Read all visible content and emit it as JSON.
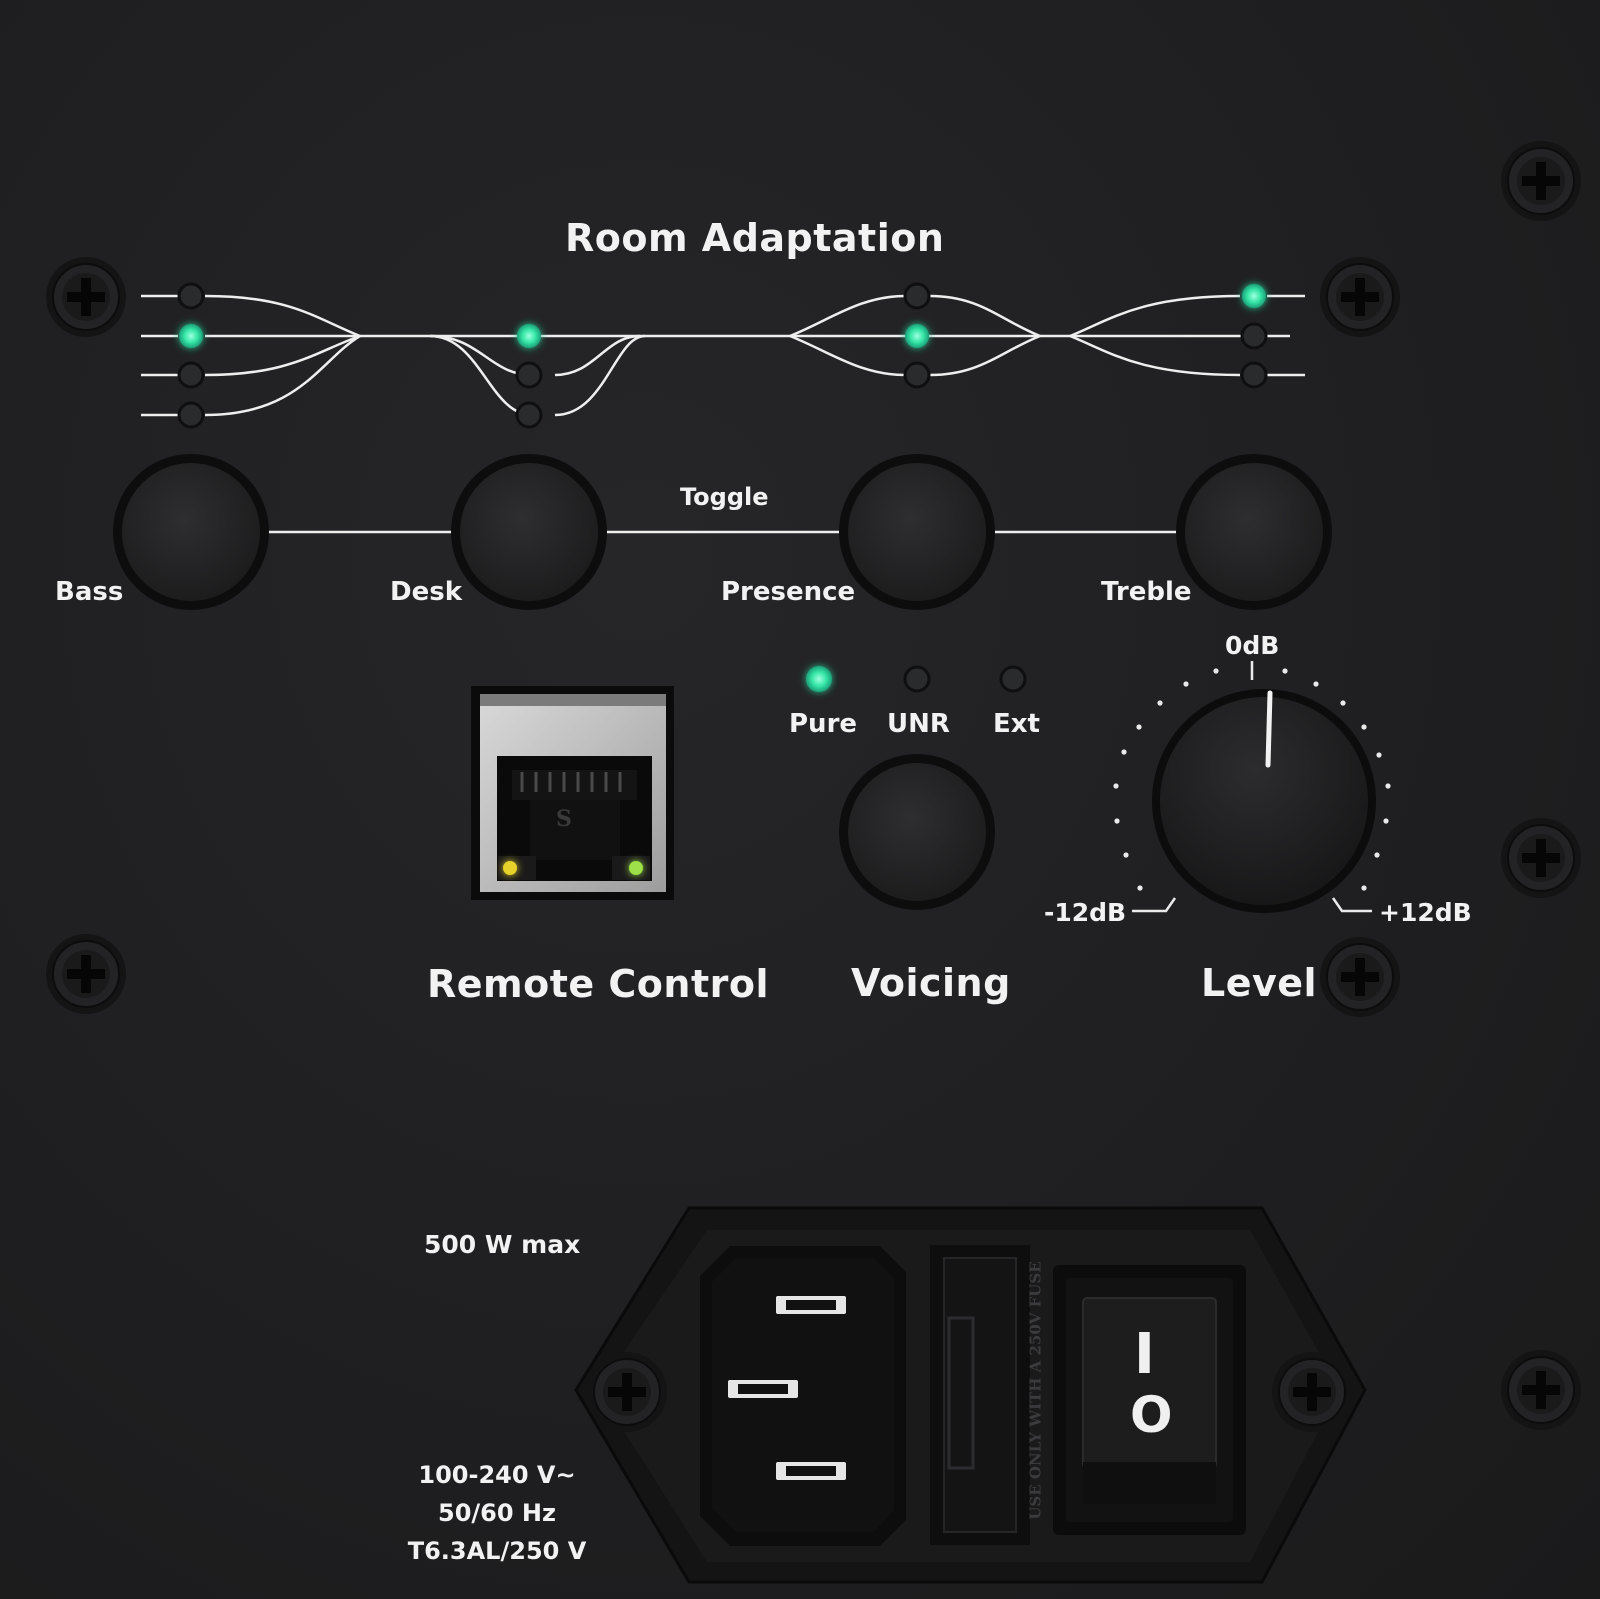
{
  "panel": {
    "room_adaptation": {
      "title": "Room Adaptation",
      "toggle_label": "Toggle",
      "buttons": [
        {
          "label": "Bass",
          "leds": [
            false,
            true,
            false,
            false
          ]
        },
        {
          "label": "Desk",
          "leds": [
            true,
            false,
            false
          ]
        },
        {
          "label": "Presence",
          "leds": [
            false,
            true,
            false
          ]
        },
        {
          "label": "Treble",
          "leds": [
            true,
            false,
            false
          ]
        }
      ]
    },
    "remote_control": {
      "title": "Remote Control",
      "port_mark": "S"
    },
    "voicing": {
      "title": "Voicing",
      "modes": [
        {
          "label": "Pure",
          "active": true
        },
        {
          "label": "UNR",
          "active": false
        },
        {
          "label": "Ext",
          "active": false
        }
      ]
    },
    "level": {
      "title": "Level",
      "scale_center": "0dB",
      "scale_min": "-12dB",
      "scale_max": "+12dB",
      "value_db": 0
    },
    "power": {
      "max_power": "500 W max",
      "voltage": "100-240 V~",
      "frequency": "50/60 Hz",
      "fuse_rating": "T6.3AL/250 V",
      "fuse_marking": "USE ONLY WITH A 250V FUSE",
      "switch_on_symbol": "I",
      "switch_off_symbol": "O"
    }
  },
  "colors": {
    "led_on": "#35e6a6",
    "led_off": "#2a2b2d",
    "panel": "#1f1f21",
    "print": "#f2f2f2"
  }
}
